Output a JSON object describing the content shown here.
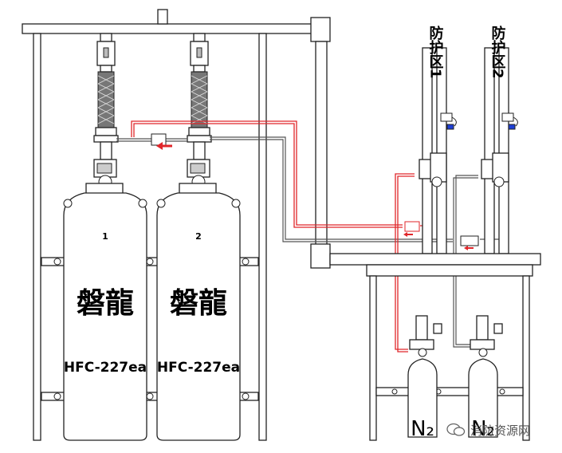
{
  "cylinders": [
    {
      "number": "1",
      "brand": "磐龍",
      "agent": "HFC-227ea"
    },
    {
      "number": "2",
      "brand": "磐龍",
      "agent": "HFC-227ea"
    }
  ],
  "zones": [
    {
      "label": "防护区1"
    },
    {
      "label": "防护区2"
    }
  ],
  "pilot_cylinders": [
    {
      "label": "N₂"
    },
    {
      "label": "N₂"
    }
  ],
  "watermark": {
    "text": "消防资源网"
  },
  "colors": {
    "pipe_red": "#e0262a",
    "pipe_grey": "#555555",
    "line": "#222222"
  }
}
